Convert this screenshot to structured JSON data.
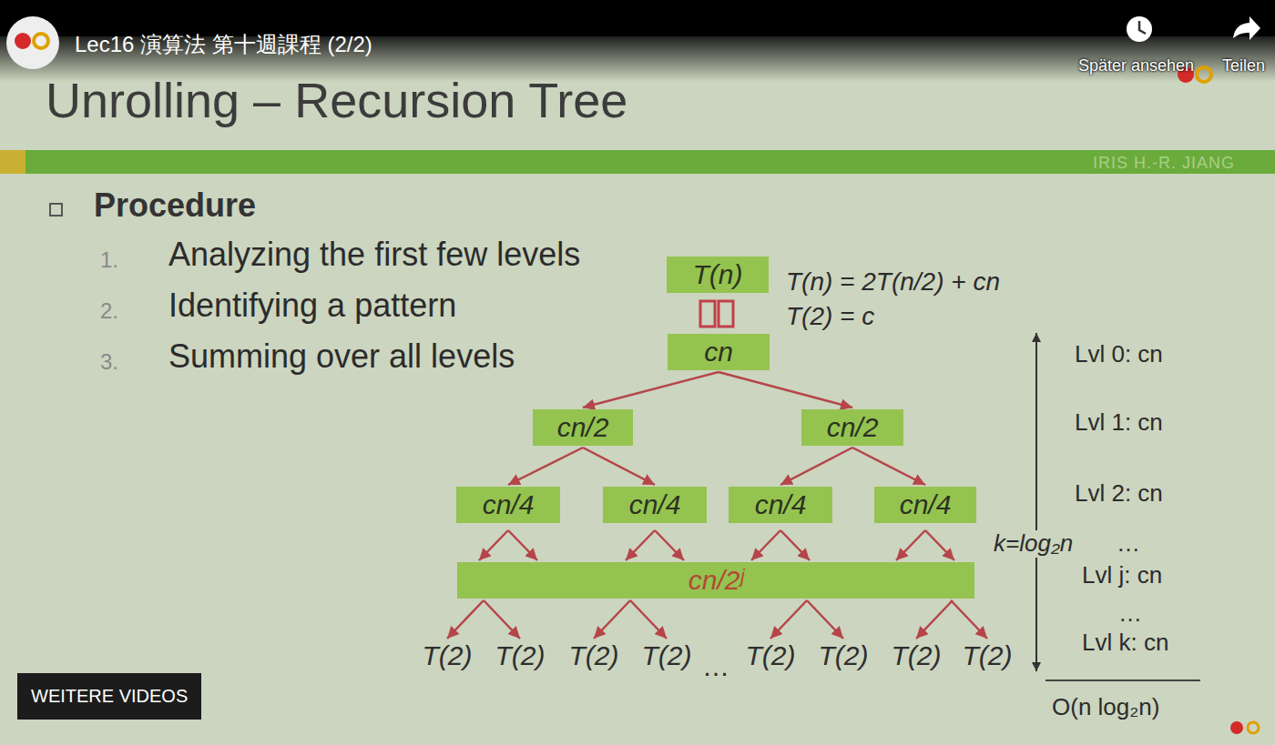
{
  "diagram": {
    "title": "Unrolling – Recursion Tree",
    "nodes": [
      {
        "text": [
          "T(n)"
        ]
      },
      {
        "text": [
          "cn"
        ]
      },
      {
        "text": [
          "cn/2"
        ]
      },
      {
        "text": [
          "cn/2"
        ]
      },
      {
        "text": [
          "cn/4"
        ]
      },
      {
        "text": [
          "cn/4"
        ]
      },
      {
        "text": [
          "cn/4"
        ]
      },
      {
        "text": [
          "cn/4"
        ]
      },
      {
        "text": [
          "cn/2ʲ"
        ]
      },
      {
        "text": [
          "T(2)"
        ]
      },
      {
        "text": [
          "T(2)"
        ]
      },
      {
        "text": [
          "T(2)"
        ]
      },
      {
        "text": [
          "T(2)"
        ]
      },
      {
        "text": [
          "T(2)"
        ]
      },
      {
        "text": [
          "T(2)"
        ]
      },
      {
        "text": [
          "T(2)"
        ]
      },
      {
        "text": [
          "T(2)"
        ]
      }
    ],
    "edges": [
      {
        "from": 1,
        "to": 2,
        "arrow": "to"
      },
      {
        "from": 1,
        "to": 3,
        "arrow": "to"
      },
      {
        "from": 2,
        "to": 4,
        "arrow": "to"
      },
      {
        "from": 2,
        "to": 5,
        "arrow": "to"
      },
      {
        "from": 3,
        "to": 6,
        "arrow": "to"
      },
      {
        "from": 3,
        "to": 7,
        "arrow": "to"
      },
      {
        "from": 4,
        "to": 8,
        "arrow": "to"
      },
      {
        "from": 5,
        "to": 8,
        "arrow": "to"
      },
      {
        "from": 6,
        "to": 8,
        "arrow": "to"
      },
      {
        "from": 7,
        "to": 8,
        "arrow": "to"
      },
      {
        "from": 8,
        "to": 9,
        "arrow": "to"
      },
      {
        "from": 8,
        "to": 10,
        "arrow": "to"
      },
      {
        "from": 8,
        "to": 11,
        "arrow": "to"
      },
      {
        "from": 8,
        "to": 12,
        "arrow": "to"
      },
      {
        "from": 8,
        "to": 13,
        "arrow": "to"
      },
      {
        "from": 8,
        "to": 14,
        "arrow": "to"
      },
      {
        "from": 8,
        "to": 15,
        "arrow": "to"
      },
      {
        "from": 8,
        "to": 16,
        "arrow": "to"
      }
    ],
    "labels": [
      "Lec16 演算法 第十週課程 (2/2)",
      "Später ansehen",
      "Teilen",
      "IRIS H.-R. JIANG",
      "Procedure",
      "1.",
      "Analyzing the first few levels",
      "2.",
      "Identifying a pattern",
      "3.",
      "Summing over all levels",
      "T(n) = 2T(n/2) + cn",
      "T(2) = c",
      "Lvl 0: cn",
      "Lvl 1: cn",
      "Lvl 2: cn",
      "k=log₂n",
      "…",
      "Lvl j: cn",
      "…",
      "Lvl k: cn",
      "O(n log₂n)",
      "…",
      "WEITERE VIDEOS"
    ]
  }
}
